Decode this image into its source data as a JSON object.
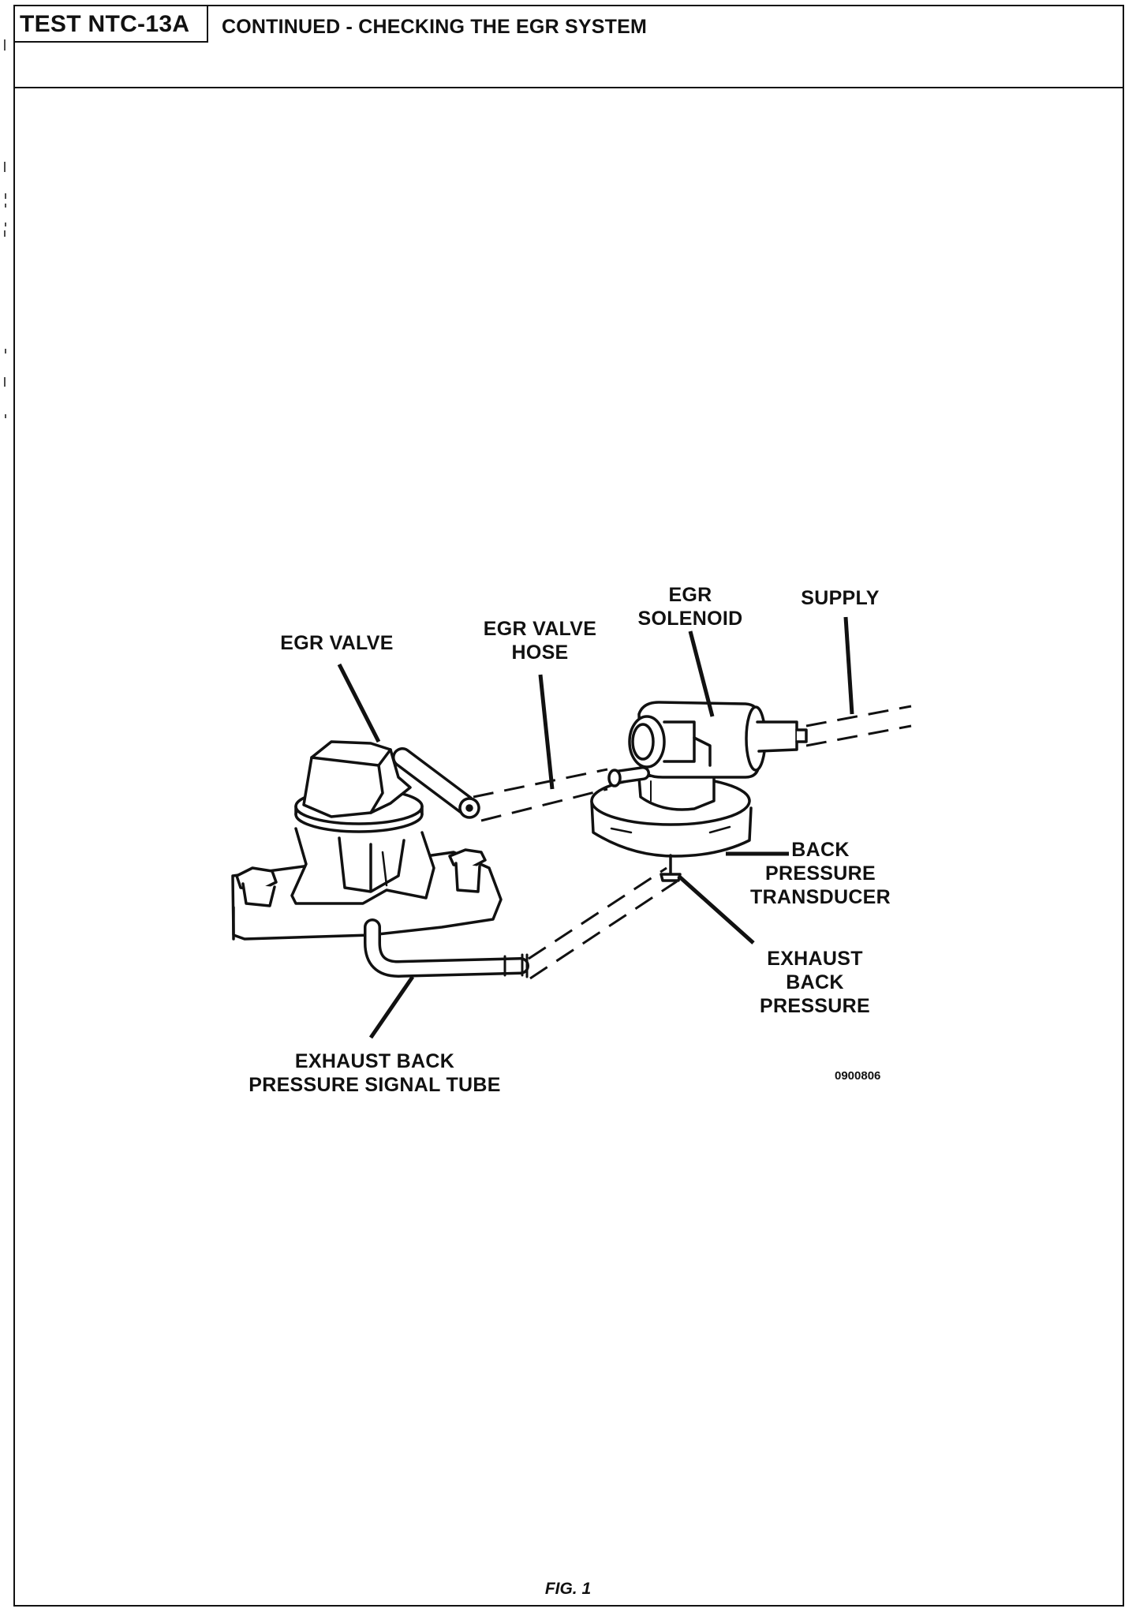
{
  "header": {
    "test_id": "TEST NTC-13A",
    "title": "CONTINUED - CHECKING THE EGR SYSTEM"
  },
  "figure": {
    "labels": {
      "egr_valve": "EGR VALVE",
      "egr_valve_hose": "EGR VALVE\nHOSE",
      "egr_solenoid": "EGR\nSOLENOID",
      "supply": "SUPPLY",
      "back_pressure_transducer": "BACK\nPRESSURE\nTRANSDUCER",
      "exhaust_back_pressure": "EXHAUST\nBACK\nPRESSURE",
      "exhaust_back_pressure_signal_tube": "EXHAUST BACK\nPRESSURE SIGNAL TUBE"
    },
    "figure_id": "0900806",
    "caption": "FIG. 1"
  }
}
